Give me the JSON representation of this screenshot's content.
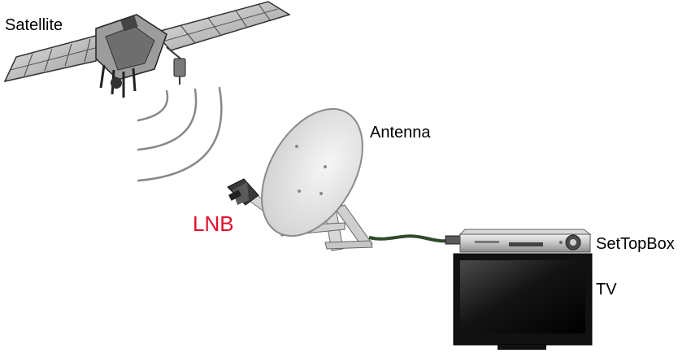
{
  "labels": {
    "satellite": "Satellite",
    "antenna": "Antenna",
    "lnb": "LNB",
    "settopbox": "SetTopBox",
    "tv": "TV"
  },
  "colors": {
    "text": "#000000",
    "lnb_text": "#e0102a",
    "dish": "#e6e6e6",
    "cable": "#2f4a2a",
    "tv_frame": "#111111"
  }
}
